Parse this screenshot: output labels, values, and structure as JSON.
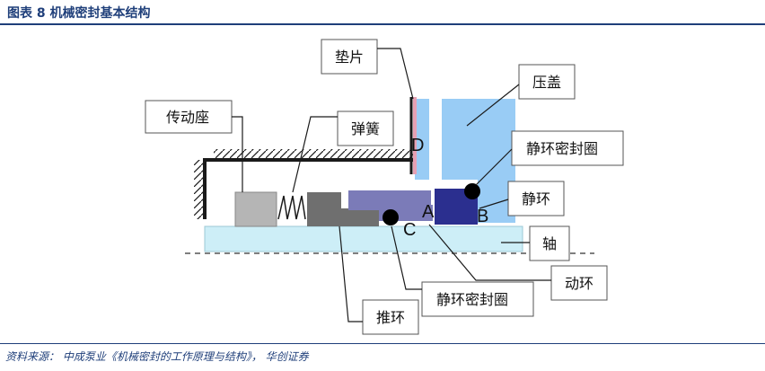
{
  "header": {
    "title": "图表 8   机械密封基本结构"
  },
  "diagram": {
    "labels": {
      "gasket": "垫片",
      "gland": "压盖",
      "drive_seat": "传动座",
      "spring": "弹簧",
      "stationary_seal_ring": "静环密封圈",
      "stationary_ring": "静环",
      "shaft": "轴",
      "rotating_ring": "动环",
      "rotating_seal_ring": "静环密封圈",
      "push_ring": "推环"
    },
    "letters": {
      "a": "A",
      "b": "B",
      "c": "C",
      "d": "D"
    },
    "colors": {
      "gland": "#99ccf5",
      "stationary_ring": "#2b2f8f",
      "rotating_ring": "#7b7bb8",
      "push_ring": "#6f6f6f",
      "drive_seat": "#b5b5b5",
      "shaft": "#cdeef7",
      "gasket": "#e6a0b3",
      "housing": "#1a1a1a",
      "header": "#1f3f7a"
    }
  },
  "footer": {
    "source": "资料来源： 中成泵业《机械密封的工作原理与结构》， 华创证券"
  }
}
